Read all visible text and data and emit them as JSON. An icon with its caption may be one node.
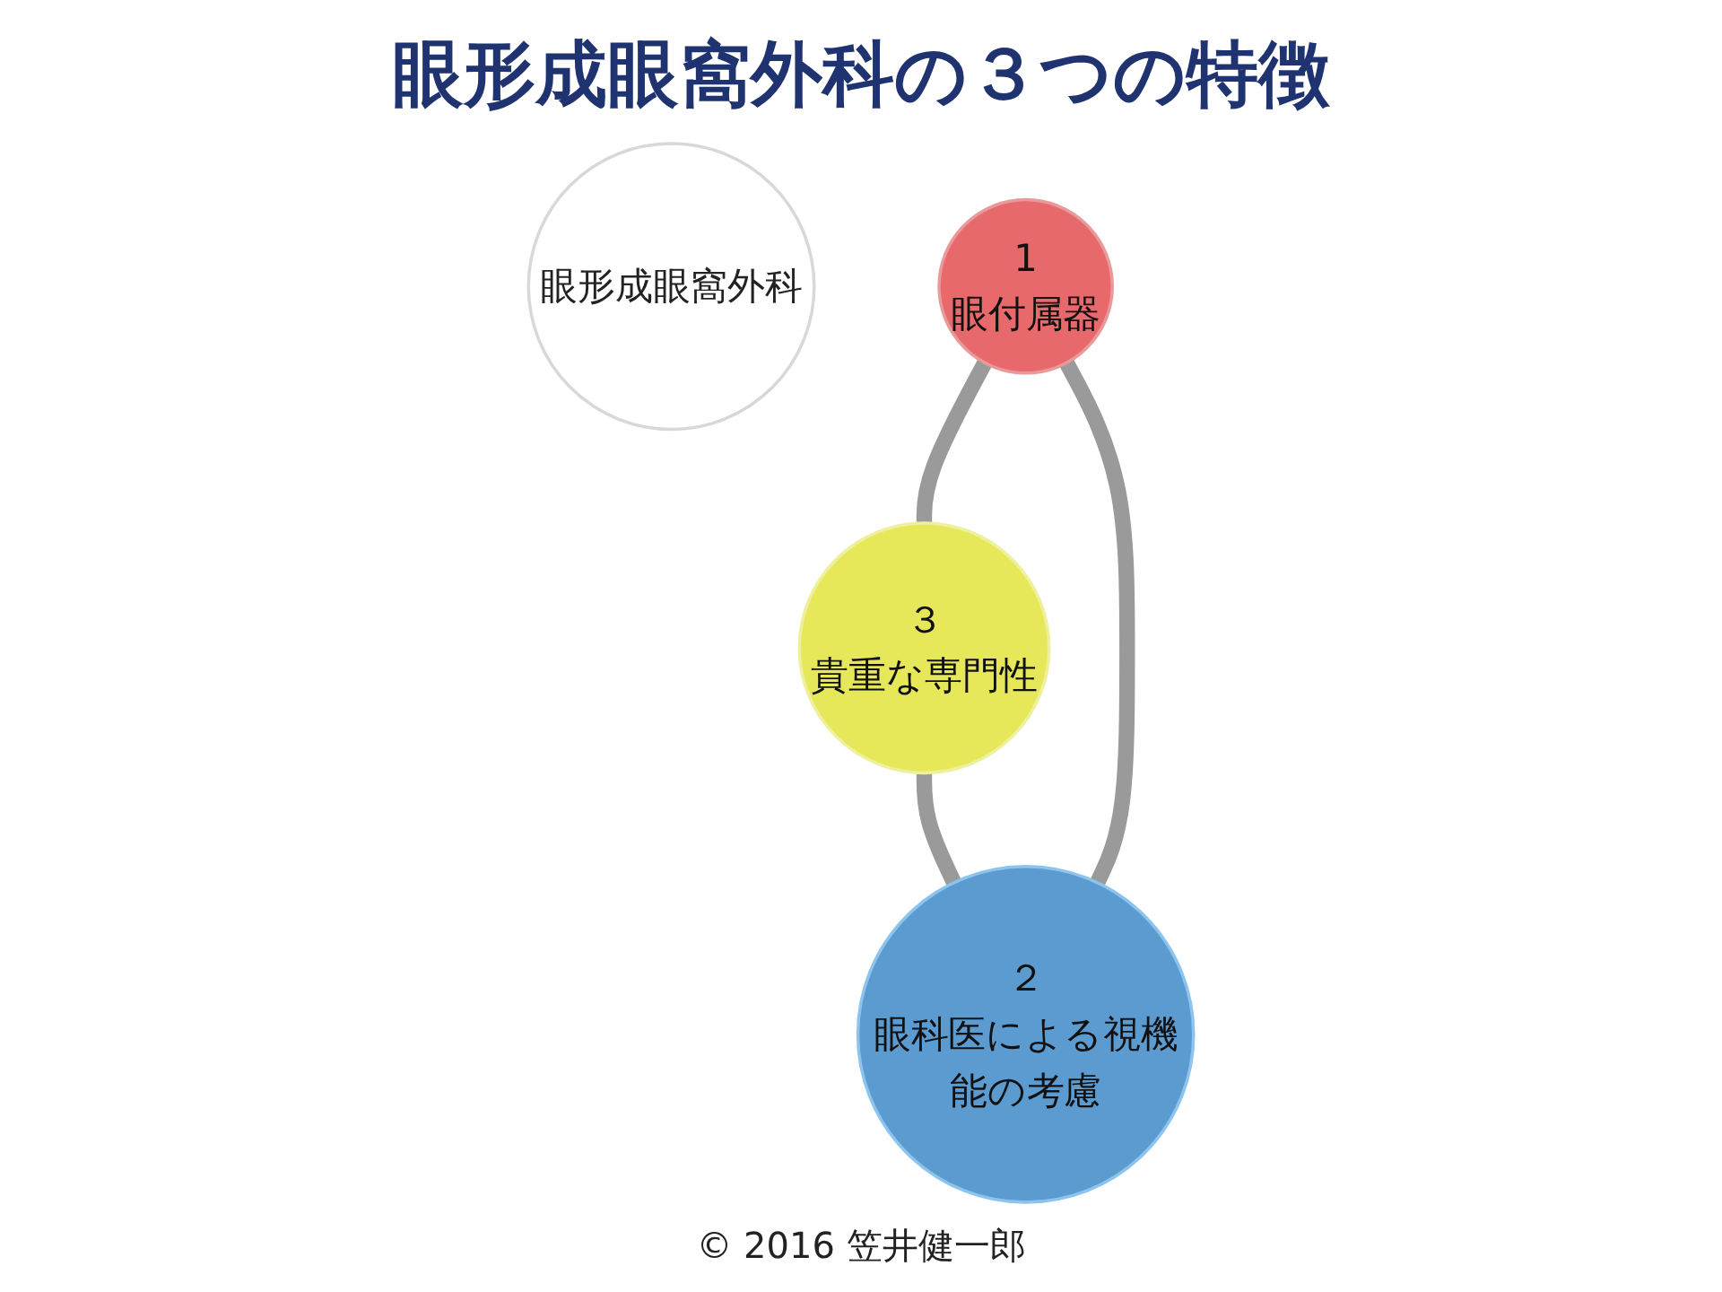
{
  "diagram": {
    "title": "眼形成眼窩外科の３つの特徴",
    "caption": "© 2016 笠井健一郎",
    "nodes": [
      {
        "text": [
          "眼形成眼窩外科"
        ]
      },
      {
        "text": [
          "1",
          "眼付属器"
        ]
      },
      {
        "text": [
          "２",
          "眼科医による視機能の考慮"
        ]
      },
      {
        "text": [
          "３",
          "貴重な専門性"
        ]
      }
    ],
    "edges": [
      {
        "from": 1,
        "to": 3,
        "arrow": "none"
      },
      {
        "from": 3,
        "to": 2,
        "arrow": "none"
      },
      {
        "from": 2,
        "to": 1,
        "arrow": "none"
      }
    ]
  }
}
